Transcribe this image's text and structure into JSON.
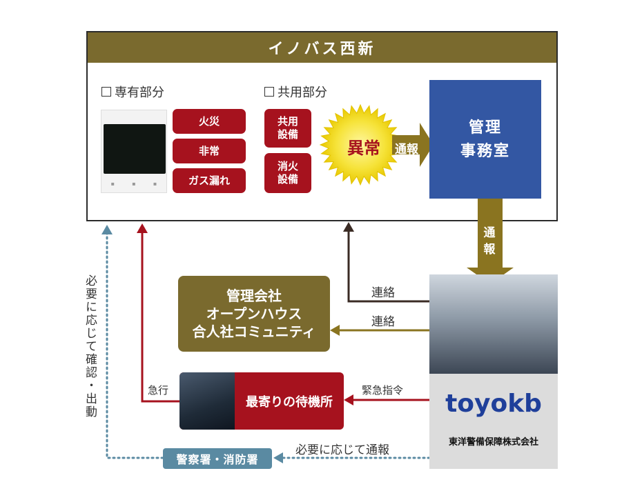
{
  "building": {
    "title": "イノバス西新"
  },
  "private_section": {
    "label": "専有部分",
    "alarms": [
      "火災",
      "非常",
      "ガス漏れ"
    ]
  },
  "common_section": {
    "label": "共用部分",
    "equipment": [
      {
        "line1": "共用",
        "line2": "設備"
      },
      {
        "line1": "消火",
        "line2": "設備"
      }
    ]
  },
  "alert": {
    "label": "異常"
  },
  "report_label": "通報",
  "office": {
    "line1": "管理",
    "line2": "事務室"
  },
  "office_to_toyo": {
    "line1": "通",
    "line2": "報"
  },
  "contact_label_1": "連絡",
  "contact_label_2": "連絡",
  "mgmt_company": {
    "line1": "管理会社",
    "line2": "オープンハウス",
    "line3": "合人社コミュニティ"
  },
  "urgent_label": "急行",
  "emergency_command_label": "緊急指令",
  "standby": {
    "label": "最寄りの待機所"
  },
  "police_fire": {
    "label": "警察署・消防署"
  },
  "report_as_needed": "必要に応じて通報",
  "confirm_dispatch": "必要に応じて確認・出動",
  "toyokb": {
    "logo": "toyokb",
    "company": "東洋警備保障株式会社"
  },
  "colors": {
    "gold": "#7a6a2e",
    "red": "#a6121e",
    "blue": "#3357a3",
    "arrow_gold": "#8a7420",
    "steel_blue": "#5a8aa2"
  }
}
